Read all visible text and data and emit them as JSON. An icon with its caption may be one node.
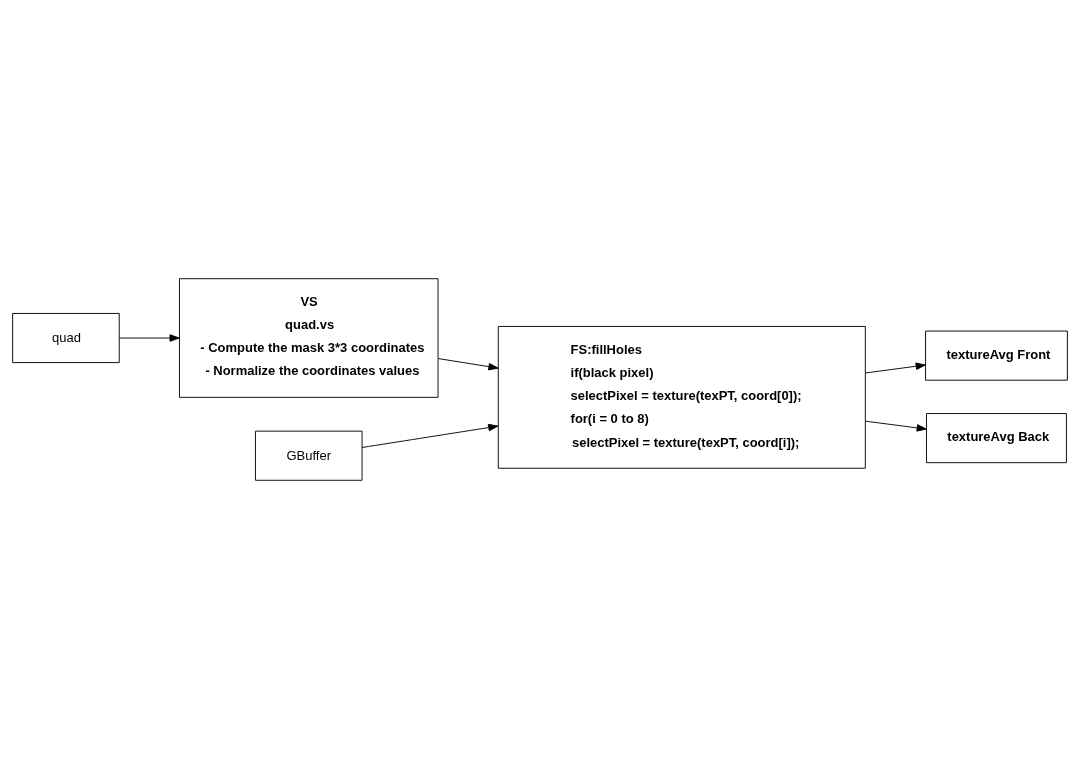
{
  "diagram": {
    "nodes": [
      {
        "text": [
          "quad"
        ]
      },
      {
        "text": [
          "VS",
          "quad.vs",
          "- Compute the mask 3*3 coordinates",
          "- Normalize the coordinates values"
        ]
      },
      {
        "text": [
          "GBuffer"
        ]
      },
      {
        "text": [
          "FS:fillHoles",
          "if(black pixel)",
          "selectPixel = texture(texPT, coord[0]);",
          "for(i = 0 to 8)",
          "selectPixel = texture(texPT, coord[i]);"
        ]
      },
      {
        "text": [
          "textureAvg Front"
        ]
      },
      {
        "text": [
          "textureAvg Back"
        ]
      }
    ],
    "edges": [
      {
        "from": 0,
        "to": 1,
        "arrow": "to"
      },
      {
        "from": 1,
        "to": 3,
        "arrow": "to"
      },
      {
        "from": 2,
        "to": 3,
        "arrow": "to"
      },
      {
        "from": 3,
        "to": 4,
        "arrow": "to"
      },
      {
        "from": 3,
        "to": 5,
        "arrow": "to"
      }
    ]
  }
}
